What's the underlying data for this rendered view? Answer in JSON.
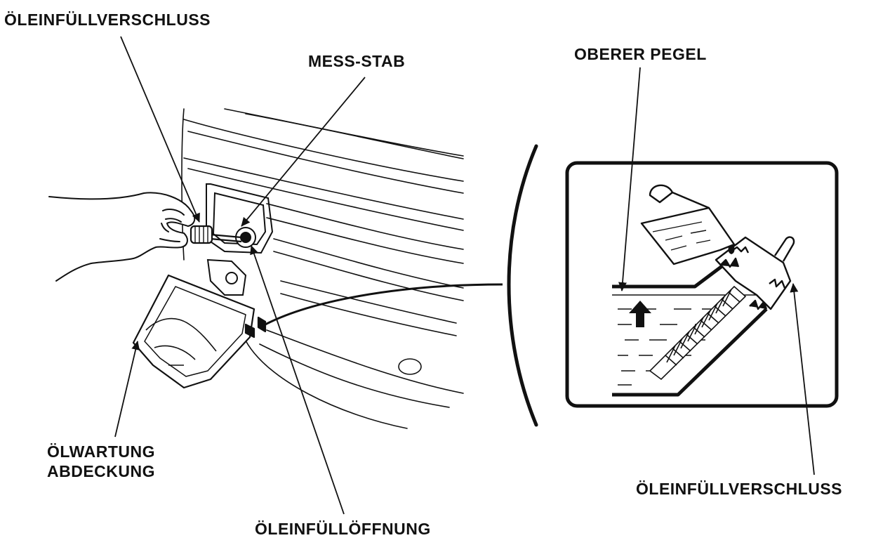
{
  "labels": {
    "fill_cap_top": "ÖLEINFÜLLVERSCHLUSS",
    "dipstick": "MESS-STAB",
    "upper_level": "OBERER PEGEL",
    "service_cover_line1": "ÖLWARTUNG",
    "service_cover_line2": "ABDECKUNG",
    "filler_opening": "ÖLEINFÜLLÖFFNUNG",
    "fill_cap_right": "ÖLEINFÜLLVERSCHLUSS"
  },
  "colors": {
    "ink": "#111111",
    "background": "#ffffff"
  }
}
